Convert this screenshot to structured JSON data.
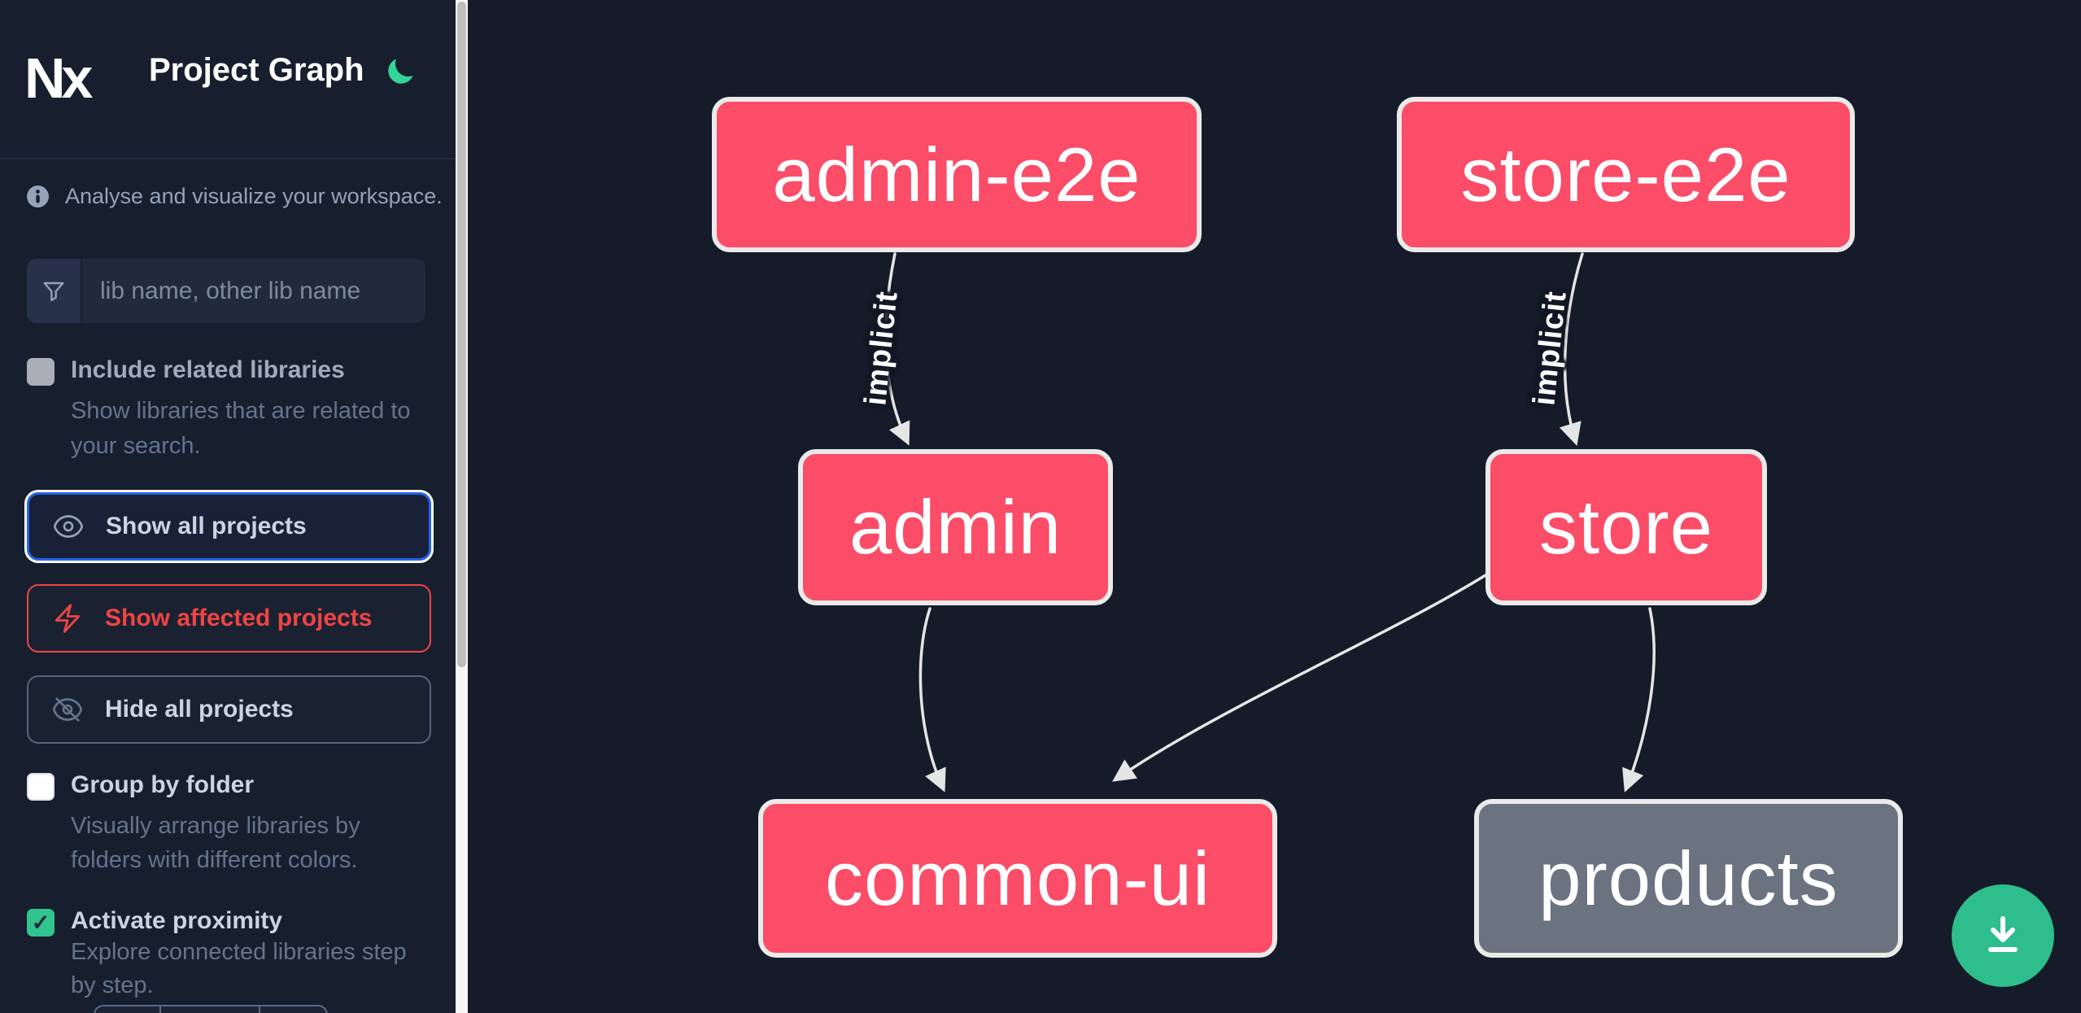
{
  "app": {
    "logo_text": "Nx",
    "title": "Project Graph",
    "tagline": "Analyse and visualize your workspace."
  },
  "sidebar": {
    "search": {
      "placeholder": "lib name, other lib name"
    },
    "checkmark_glyph": "✓",
    "filters": [
      {
        "label": "Include related libraries",
        "description": "Show libraries that are related to your search.",
        "checked": false,
        "disabled": true
      },
      {
        "label": "Group by folder",
        "description": "Visually arrange libraries by folders with different colors.",
        "checked": false,
        "disabled": false
      },
      {
        "label": "Activate proximity",
        "description": "Explore connected libraries step by step.",
        "checked": true,
        "disabled": false
      }
    ],
    "buttons": [
      {
        "label": "Show all projects",
        "icon": "eye-icon",
        "state": "focused"
      },
      {
        "label": "Show affected projects",
        "icon": "bolt-icon",
        "state": "affected"
      },
      {
        "label": "Hide all projects",
        "icon": "eye-off-icon",
        "state": "default"
      }
    ]
  },
  "graph": {
    "nodes": [
      {
        "id": "admin-e2e",
        "label": "admin-e2e",
        "color": "pink"
      },
      {
        "id": "store-e2e",
        "label": "store-e2e",
        "color": "pink"
      },
      {
        "id": "admin",
        "label": "admin",
        "color": "pink"
      },
      {
        "id": "store",
        "label": "store",
        "color": "pink"
      },
      {
        "id": "common-ui",
        "label": "common-ui",
        "color": "pink"
      },
      {
        "id": "products",
        "label": "products",
        "color": "gray"
      }
    ],
    "edges": [
      {
        "from": "admin-e2e",
        "to": "admin",
        "label": "implicit"
      },
      {
        "from": "store-e2e",
        "to": "store",
        "label": "implicit"
      },
      {
        "from": "admin",
        "to": "common-ui",
        "label": ""
      },
      {
        "from": "store",
        "to": "common-ui",
        "label": ""
      },
      {
        "from": "store",
        "to": "products",
        "label": ""
      }
    ]
  },
  "fab": {
    "icon": "download-icon"
  },
  "colors": {
    "sidebar_bg": "#171e2d",
    "graph_bg": "#151b28",
    "node_pink": "#fb4c68",
    "node_gray": "#6b7280",
    "node_border": "#eaeaea",
    "edge": "#e5e5e5",
    "accent_blue": "#2563eb",
    "danger_red": "#ef4444",
    "checkbox_green": "#31c48d",
    "fab_green": "#2ebd8c",
    "moon_green": "#34d399",
    "text_light": "#cbd5e1",
    "text_muted": "#64748b"
  }
}
